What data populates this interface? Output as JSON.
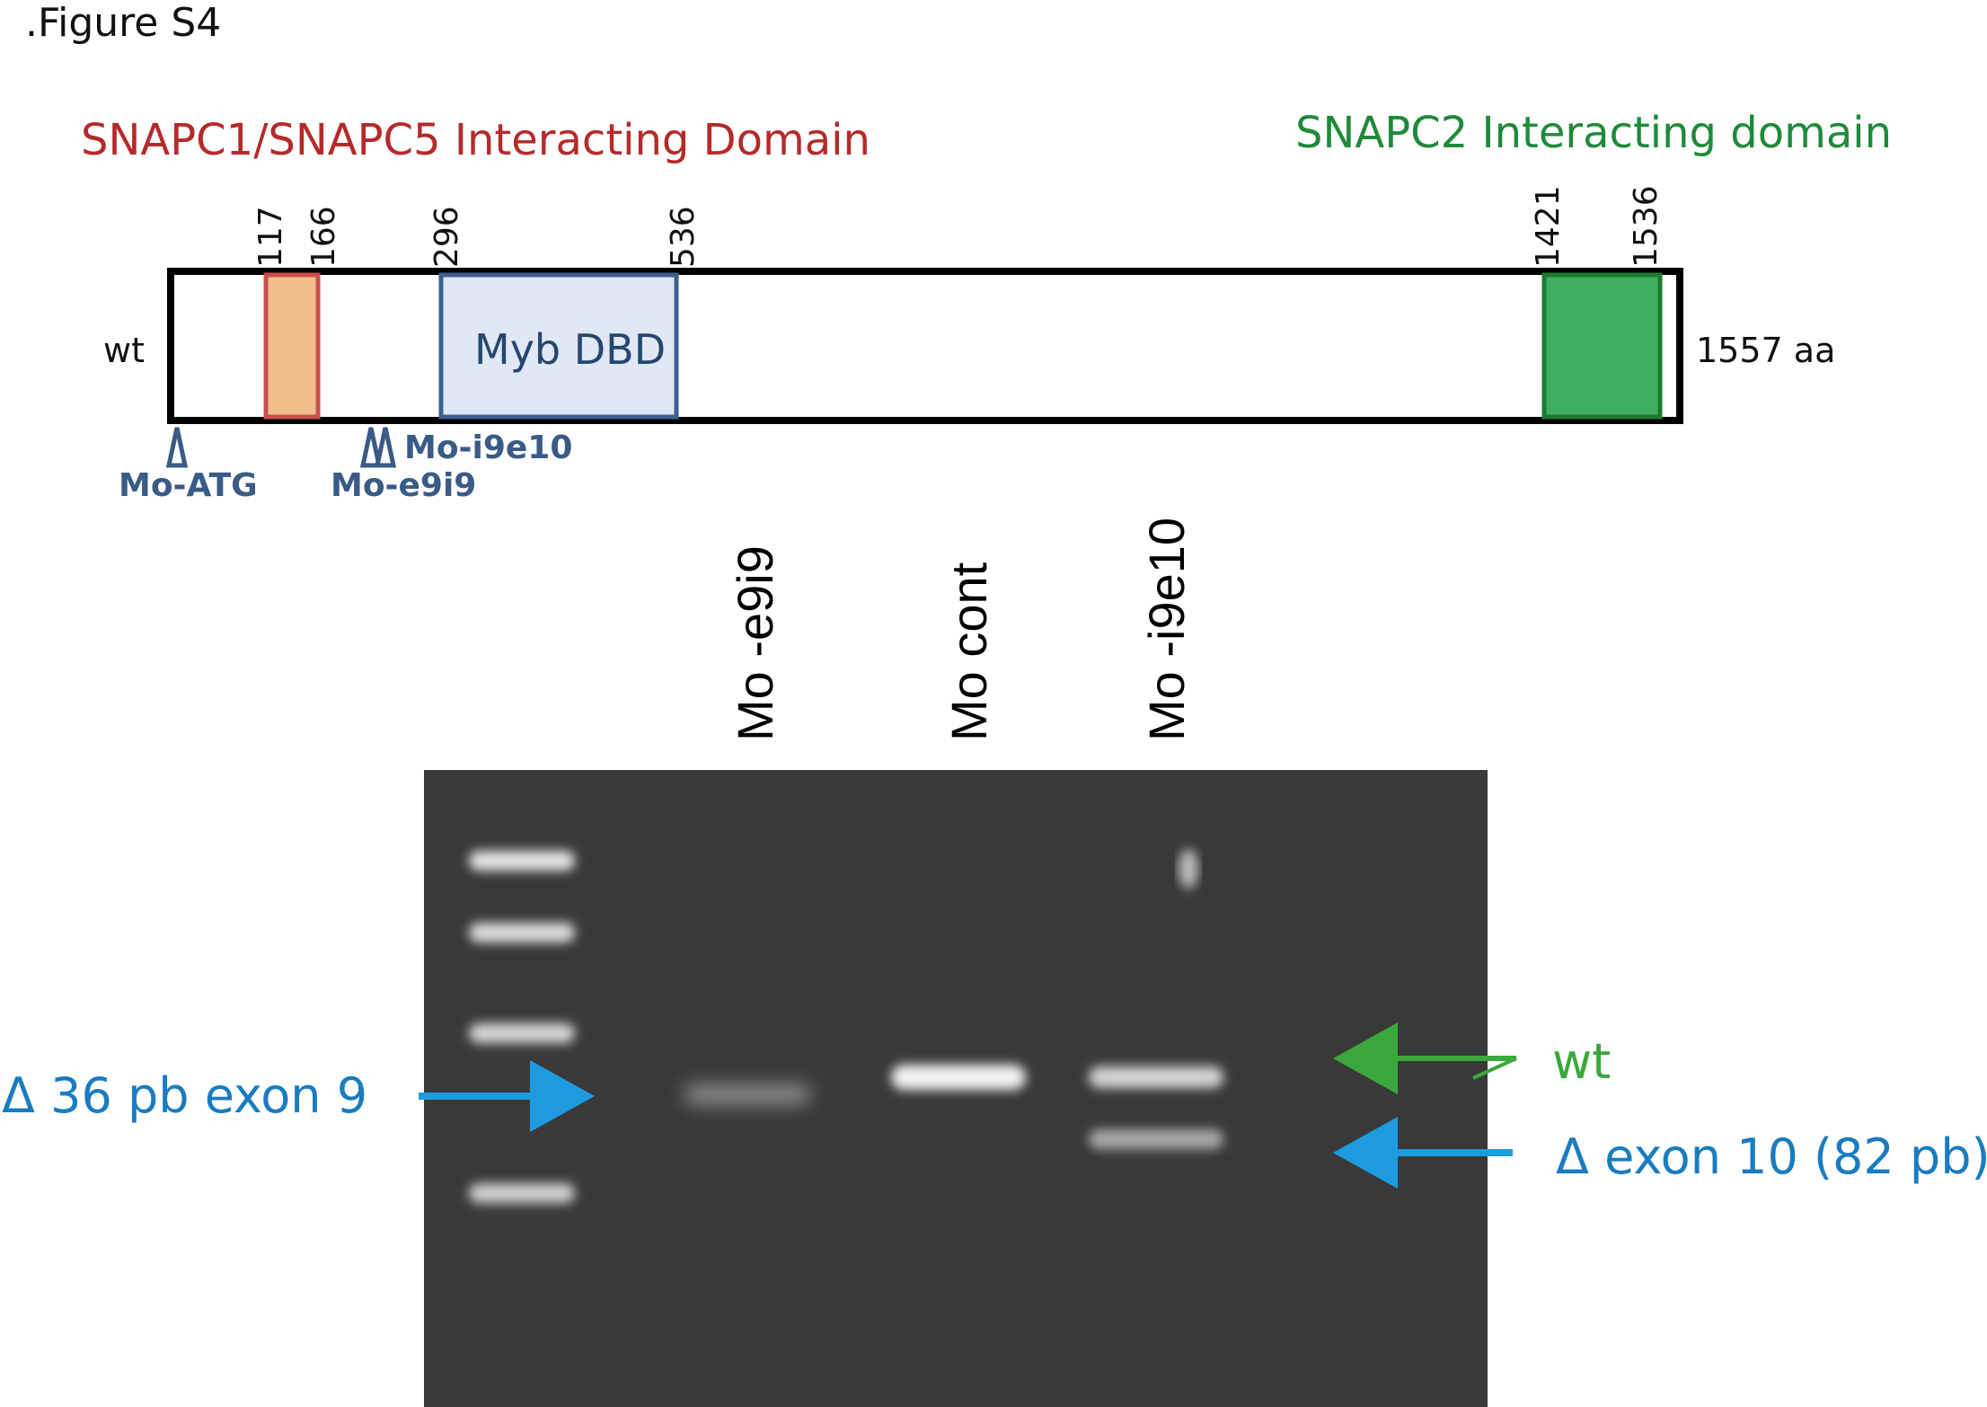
{
  "figure_title": ".Figure  S4",
  "domains": {
    "snapc1_snapc5": "SNAPC1/SNAPC5  Interacting Domain",
    "snapc2": "SNAPC2 Interacting domain"
  },
  "protein": {
    "row_label": "wt",
    "length_label": "1557 aa",
    "positions": [
      "117",
      "166",
      "296",
      "536",
      "1421",
      "1536"
    ],
    "myb_label": "Myb DBD",
    "colors": {
      "snapc1_region": "#f2bf8c",
      "snapc1_border": "#c9504f",
      "myb_fill": "#dfe8f4",
      "myb_border": "#3e5f8e",
      "snapc2_fill": "#3faf5f",
      "snapc2_border": "#1c7a30"
    }
  },
  "morpholinos": {
    "atg": "Mo-ATG",
    "e9i9": "Mo-e9i9",
    "i9e10": "Mo-i9e10"
  },
  "gel": {
    "lanes": [
      "Mo -e9i9",
      "Mo  cont",
      "Mo -i9e10"
    ],
    "left_label": "Δ 36 pb exon 9",
    "right_wt_label": "wt",
    "right_delta_label": "Δ exon 10 (82 pb)",
    "colors": {
      "blue_arrow": "#1e9be0",
      "green_arrow": "#3aa83a",
      "left_text": "#1a7cc0",
      "delta_text": "#1a7cc0",
      "wt_text": "#3aa83a"
    }
  }
}
